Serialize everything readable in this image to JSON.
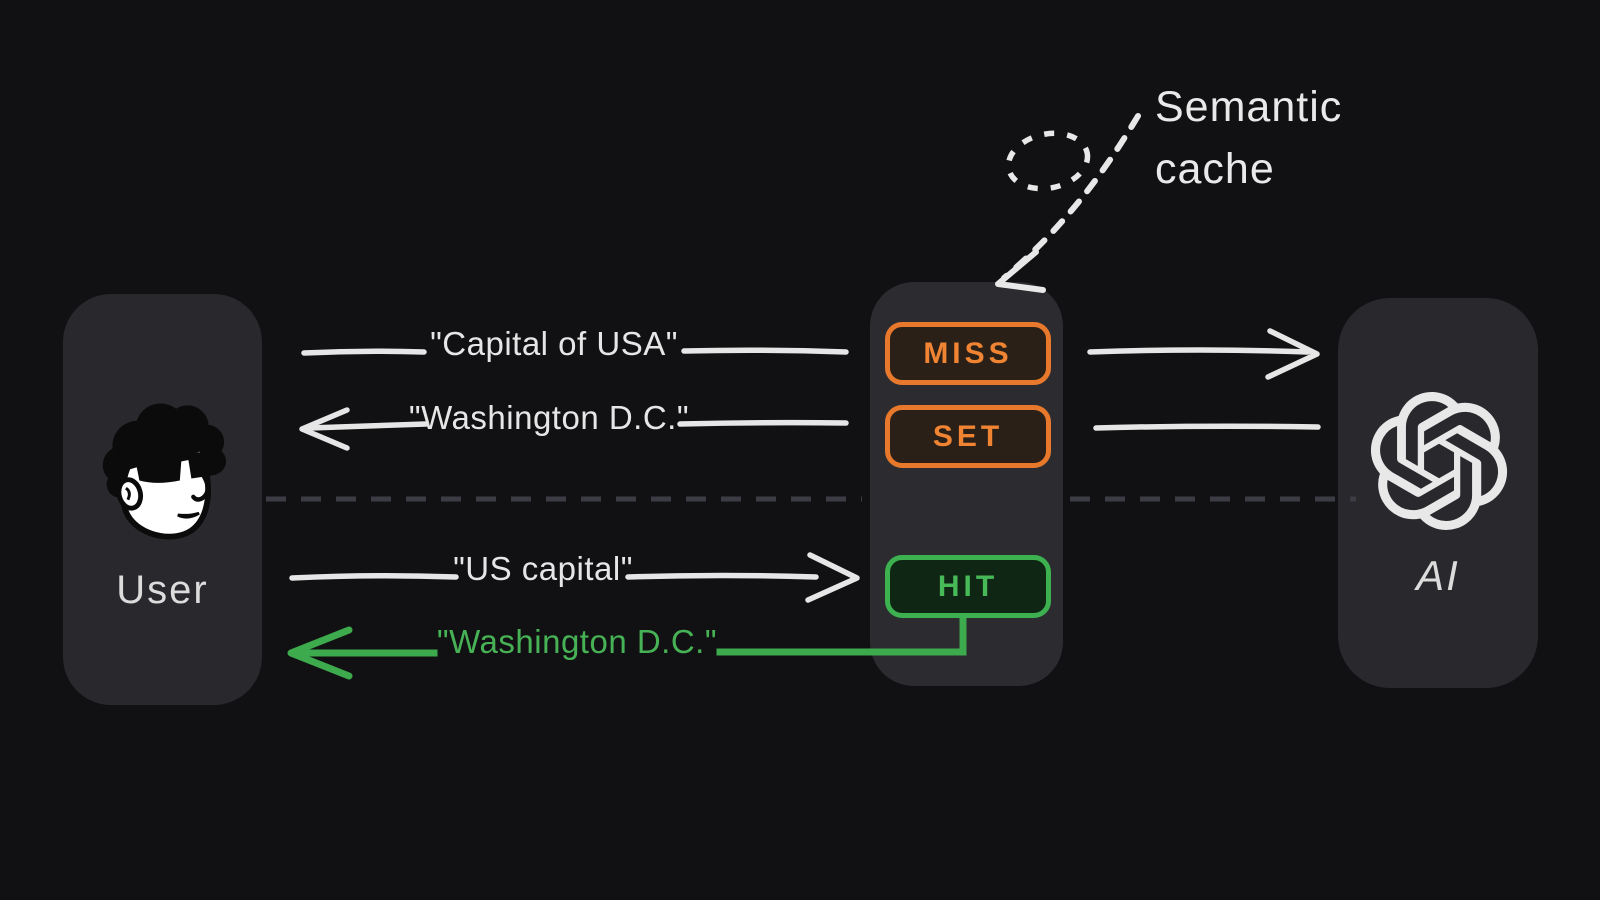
{
  "diagram": {
    "annotation": {
      "lines": [
        "Semantic",
        "cache"
      ],
      "pointer": "dotted-arrow-to-cache"
    },
    "entities": {
      "user": {
        "label": "User",
        "icon": "user-avatar-icon"
      },
      "cache": {
        "states": [
          {
            "label": "MISS",
            "color": "#e8792c"
          },
          {
            "label": "SET",
            "color": "#e8792c"
          },
          {
            "label": "HIT",
            "color": "#3db04f"
          }
        ]
      },
      "ai": {
        "label": "AI",
        "icon": "openai-logo-icon"
      }
    },
    "flows": [
      {
        "label": "\"Capital of USA\"",
        "direction": "right",
        "color": "#e6e6e6"
      },
      {
        "label": "\"Washington D.C.\"",
        "direction": "left",
        "color": "#e6e6e6"
      },
      {
        "label": "\"US capital\"",
        "direction": "right",
        "color": "#e6e6e6"
      },
      {
        "label": "\"Washington D.C.\"",
        "direction": "left",
        "color": "#3daa4d"
      }
    ],
    "colors": {
      "background": "#111113",
      "card": "#28282d",
      "stroke_white": "#e6e6e6",
      "orange": "#e8792c",
      "green": "#3daa4d",
      "divider": "#3c3c44"
    }
  }
}
